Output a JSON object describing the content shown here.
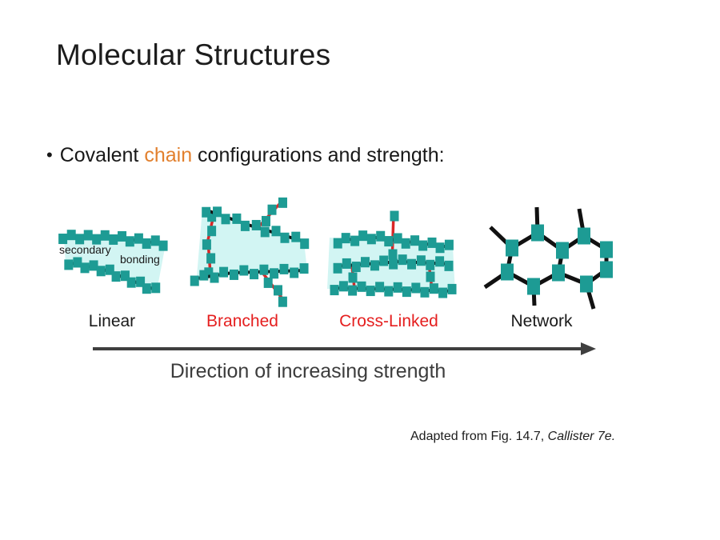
{
  "slide": {
    "title": "Molecular Structures",
    "bullet": {
      "marker": "•",
      "prefix": "Covalent ",
      "highlight": "chain",
      "suffix": " configurations and strength:"
    },
    "annotations": {
      "secondary": "secondary",
      "bonding": "bonding"
    },
    "structures": [
      {
        "label": "Linear",
        "color": "#1a1a1a"
      },
      {
        "label": "Branched",
        "color": "#e51f1f"
      },
      {
        "label": "Cross-Linked",
        "color": "#e51f1f"
      },
      {
        "label": "Network",
        "color": "#1a1a1a"
      }
    ],
    "arrow_caption": "Direction of increasing strength",
    "citation": {
      "prefix": "Adapted from Fig. 14.7, ",
      "source": "Callister 7e."
    },
    "colors": {
      "mer_teal": "#1d9b94",
      "shade_cyan": "#d2f5f3",
      "chain_black": "#111111",
      "link_red": "#da2727",
      "highlight_orange": "#e2802e",
      "arrow_gray": "#3f3f3f"
    }
  }
}
